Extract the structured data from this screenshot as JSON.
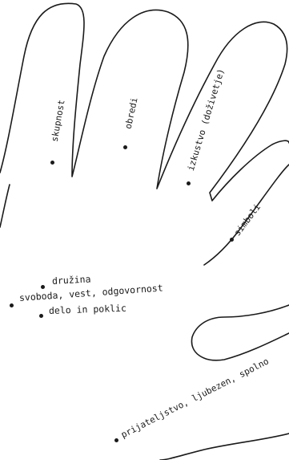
{
  "fingers": [
    {
      "id": "f1",
      "label": "skupnost"
    },
    {
      "id": "f2",
      "label": "obredi"
    },
    {
      "id": "f3",
      "label": "izkustvo (doživetje)"
    },
    {
      "id": "f4",
      "label": "simboli"
    }
  ],
  "palm": [
    {
      "id": "p1",
      "label": "družina"
    },
    {
      "id": "p2",
      "label": "svoboda, vest, odgovornost"
    },
    {
      "id": "p3",
      "label": "delo in poklic"
    }
  ],
  "thumb": {
    "label": "prijateljstvo, ljubezen, spolno"
  },
  "stroke_color": "#1a1a1a"
}
